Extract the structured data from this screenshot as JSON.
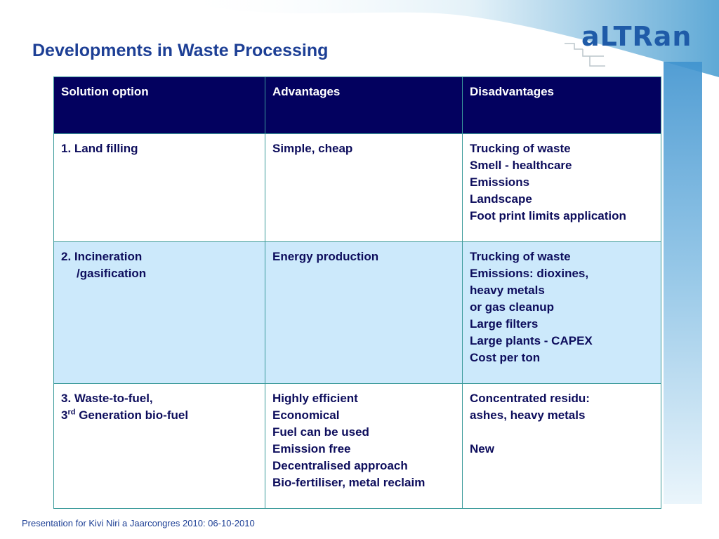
{
  "slide": {
    "title": "Developments in Waste Processing",
    "logo_text": "aLTRan",
    "footer": "Presentation for Kivi Niri a Jaarcongres 2010: 06-10-2010",
    "colors": {
      "title": "#1d3f95",
      "header_bg": "#03015f",
      "row_highlight": "#cce9fb",
      "border": "#3a9a9a",
      "logo": "#1f5ba8"
    }
  },
  "table": {
    "headers": [
      "Solution option",
      "Advantages",
      "Disadvantages"
    ],
    "rows": [
      {
        "option": [
          "1. Land filling"
        ],
        "advantages": [
          "Simple, cheap"
        ],
        "disadvantages": [
          "Trucking of waste",
          "Smell - healthcare",
          "Emissions",
          "Landscape",
          "Foot print limits application"
        ]
      },
      {
        "option": [
          "2. Incineration",
          "/gasification"
        ],
        "advantages": [
          "Energy production"
        ],
        "disadvantages": [
          "Trucking of waste",
          "Emissions: dioxines,",
          "heavy metals",
          "or gas cleanup",
          "Large filters",
          "Large plants - CAPEX",
          "Cost per ton"
        ]
      },
      {
        "option": [
          "3. Waste-to-fuel,",
          "3",
          "rd",
          "Generation bio-fuel"
        ],
        "advantages": [
          "Highly efficient",
          "Economical",
          "Fuel can be used",
          "Emission free",
          "Decentralised approach",
          "Bio-fertiliser, metal reclaim"
        ],
        "disadvantages": [
          "Concentrated residu:",
          "ashes, heavy metals",
          "",
          "New"
        ]
      }
    ]
  }
}
